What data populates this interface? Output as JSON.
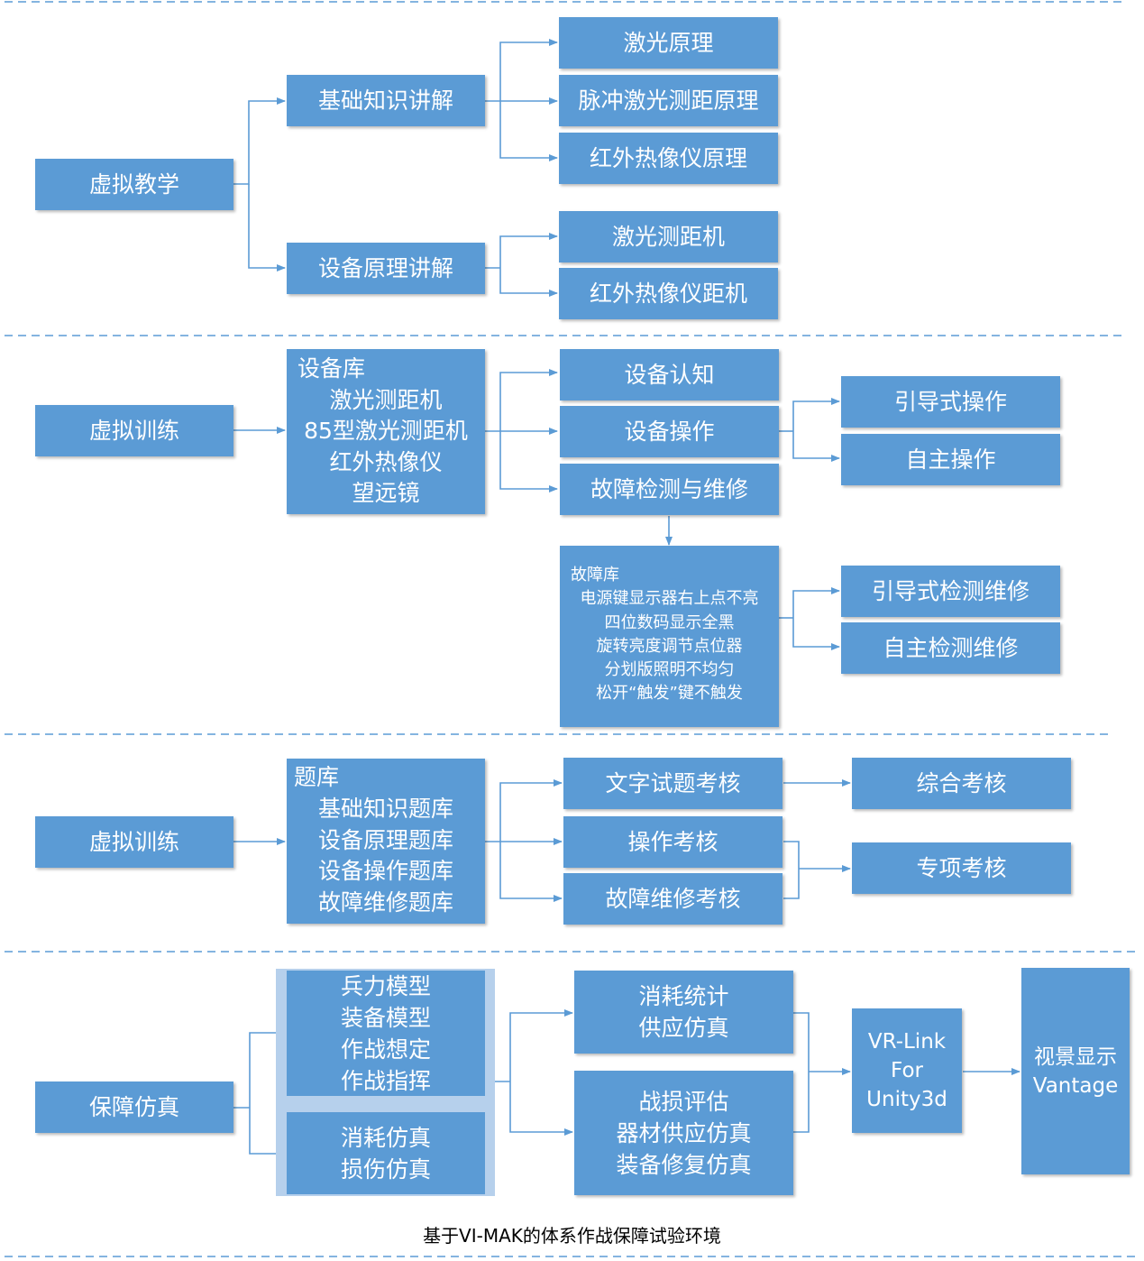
{
  "caption": "基于VI-MAK的体系作战保障试验环境",
  "colors": {
    "box": "#5b9bd5",
    "line": "#5b9bd5",
    "text": "#ffffff"
  },
  "section1": {
    "root": "虚拟教学",
    "basic": "基础知识讲解",
    "basic_items": [
      "激光原理",
      "脉冲激光测距原理",
      "红外热像仪原理"
    ],
    "equip": "设备原理讲解",
    "equip_items": [
      "激光测距机",
      "红外热像仪距机"
    ]
  },
  "section2": {
    "root": "虚拟训练",
    "library": {
      "title": "设备库",
      "items": [
        "激光测距机",
        "85型激光测距机",
        "红外热像仪",
        "望远镜"
      ]
    },
    "tasks": [
      "设备认知",
      "设备操作",
      "故障检测与维修"
    ],
    "operate_modes": [
      "引导式操作",
      "自主操作"
    ],
    "fault_library": {
      "title": "故障库",
      "items": [
        "电源键显示器右上点不亮",
        "四位数码显示全黑",
        "旋转亮度调节点位器",
        "分划版照明不均匀",
        "松开“触发”键不触发"
      ]
    },
    "fault_modes": [
      "引导式检测维修",
      "自主检测维修"
    ]
  },
  "section3": {
    "root": "虚拟训练",
    "library": {
      "title": "题库",
      "items": [
        "基础知识题库",
        "设备原理题库",
        "设备操作题库",
        "故障维修题库"
      ]
    },
    "exams": [
      "文字试题考核",
      "操作考核",
      "故障维修考核"
    ],
    "comprehensive": "综合考核",
    "special": "专项考核"
  },
  "section4": {
    "root": "保障仿真",
    "models": [
      "兵力模型",
      "装备模型",
      "作战想定",
      "作战指挥"
    ],
    "sims": [
      "消耗仿真",
      "损伤仿真"
    ],
    "stat": [
      "消耗统计",
      "供应仿真"
    ],
    "damage": [
      "战损评估",
      "器材供应仿真",
      "装备修复仿真"
    ],
    "vrlink": [
      "VR-Link",
      "For",
      "Unity3d"
    ],
    "vantage": [
      "视景显示",
      "Vantage"
    ]
  }
}
